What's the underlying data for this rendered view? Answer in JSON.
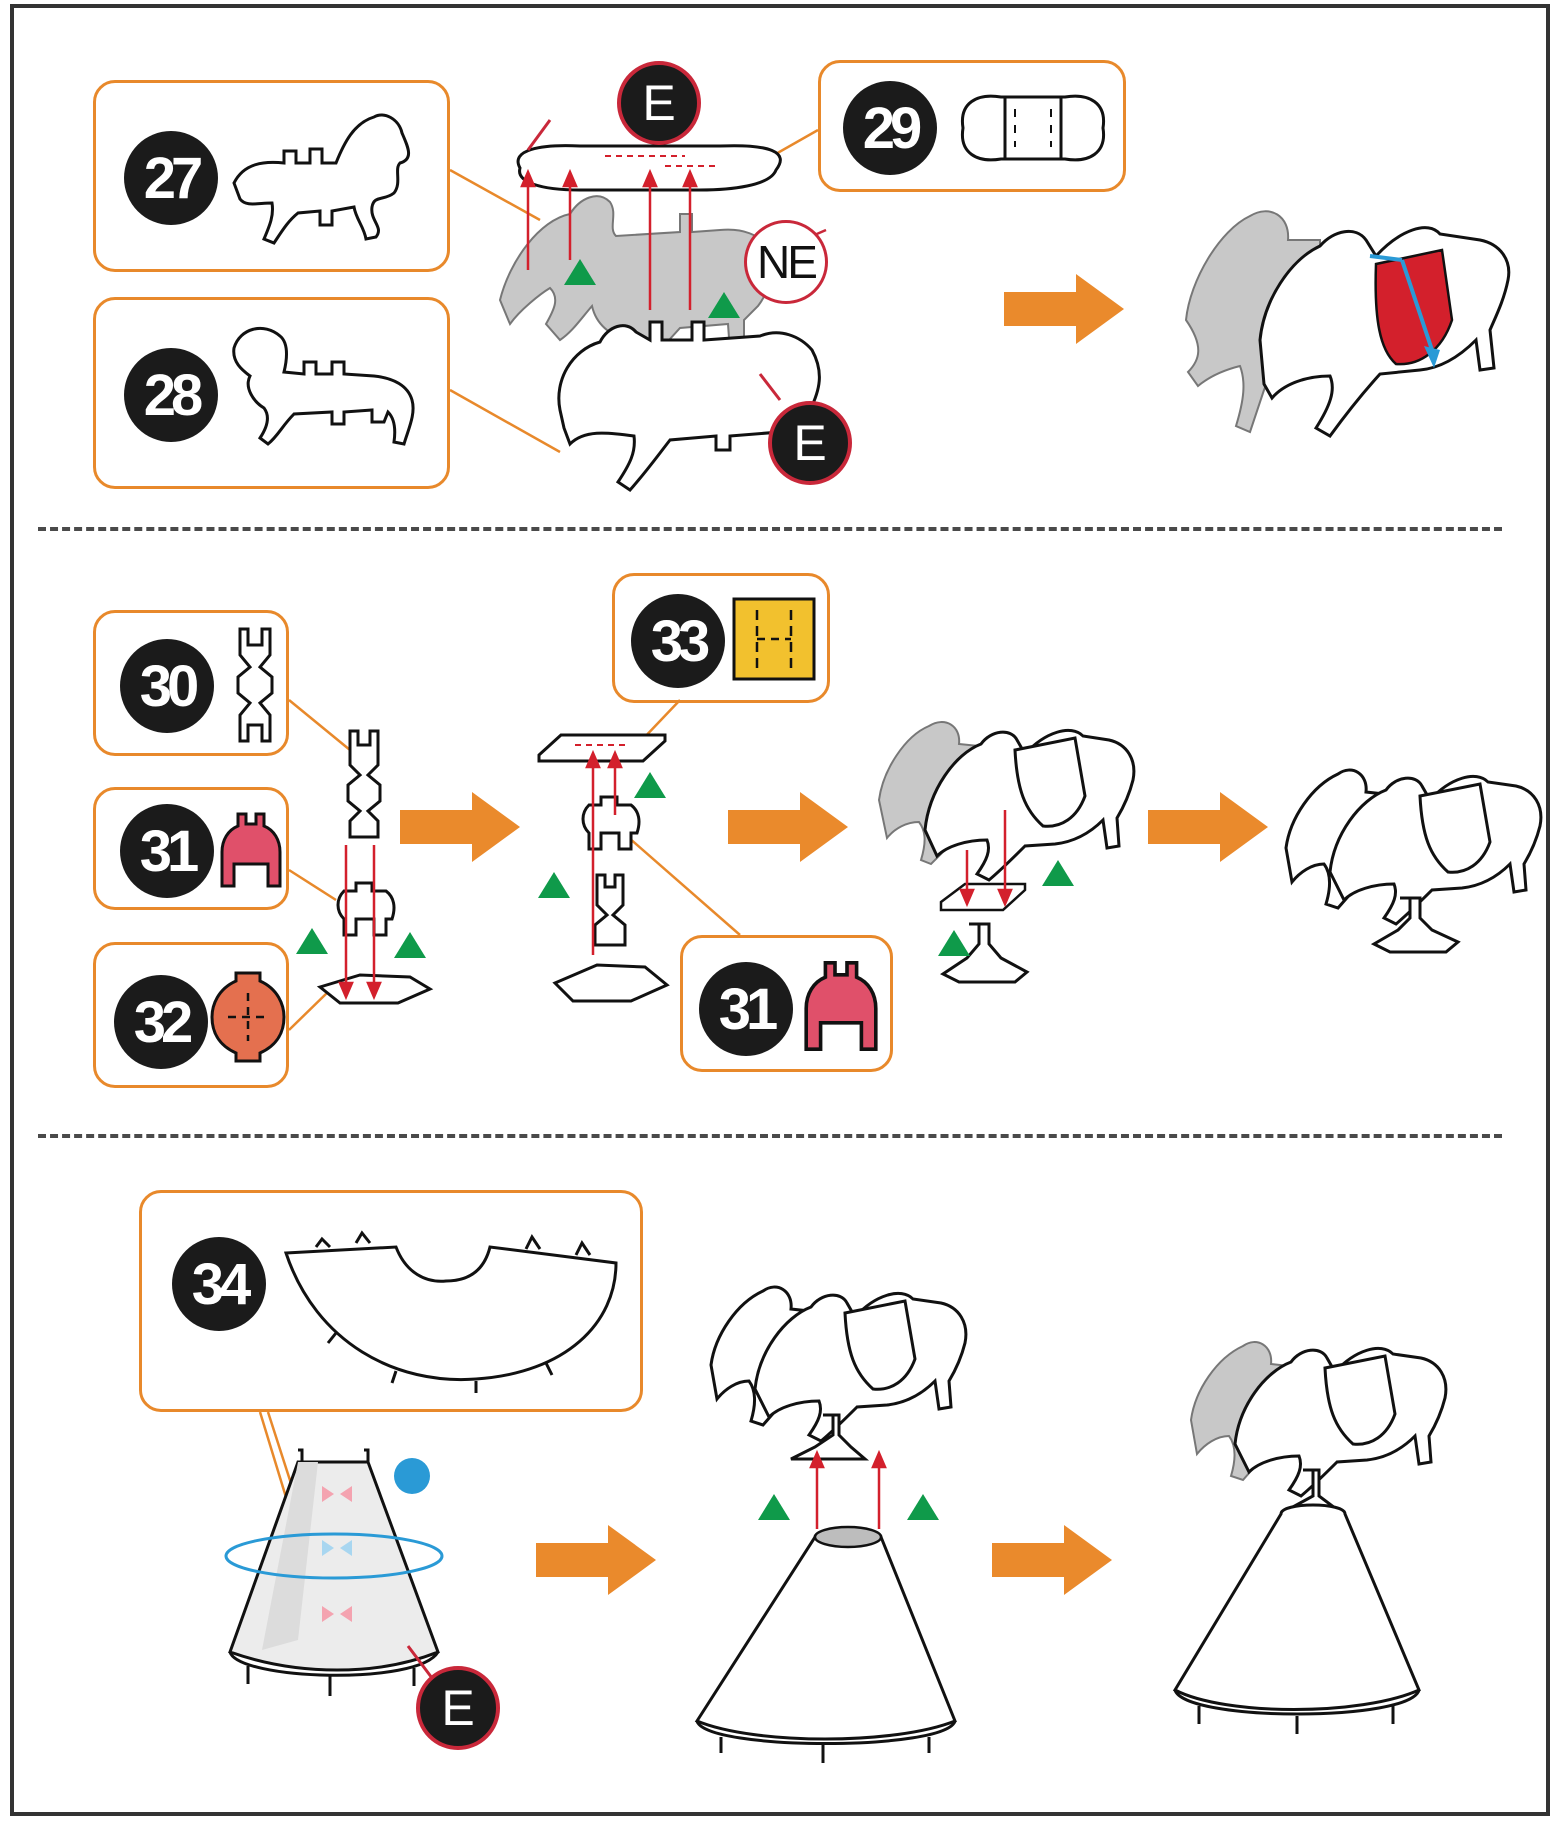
{
  "page": {
    "background": "#ffffff",
    "border_color": "#333333"
  },
  "colors": {
    "accent_orange": "#e8892b",
    "arrow_orange": "#ea8a2c",
    "marker_red": "#c9283a",
    "guide_green": "#0f9a4a",
    "glue_blue": "#2a9ad6",
    "part_yellow": "#f2c12e",
    "part_pink": "#e0506a",
    "part_salmon": "#e4704f",
    "highlight_red": "#d3202c"
  },
  "step1": {
    "parts": [
      {
        "number": "27",
        "icon": "horse-silhouette-left-icon"
      },
      {
        "number": "28",
        "icon": "horse-silhouette-right-icon"
      },
      {
        "number": "29",
        "icon": "saddle-strip-icon"
      }
    ],
    "markers": {
      "e_top": "E",
      "ne": "NE",
      "e_bottom": "E"
    }
  },
  "step2": {
    "parts": [
      {
        "number": "30",
        "icon": "connector-post-icon"
      },
      {
        "number": "31",
        "icon": "pink-clip-icon"
      },
      {
        "number": "32",
        "icon": "oval-base-icon"
      },
      {
        "number": "33",
        "icon": "yellow-plate-icon"
      },
      {
        "number": "31",
        "icon": "pink-clip-icon"
      }
    ]
  },
  "step3": {
    "parts": [
      {
        "number": "34",
        "icon": "cone-arc-panel-icon"
      }
    ],
    "markers": {
      "e_bottom": "E"
    }
  }
}
